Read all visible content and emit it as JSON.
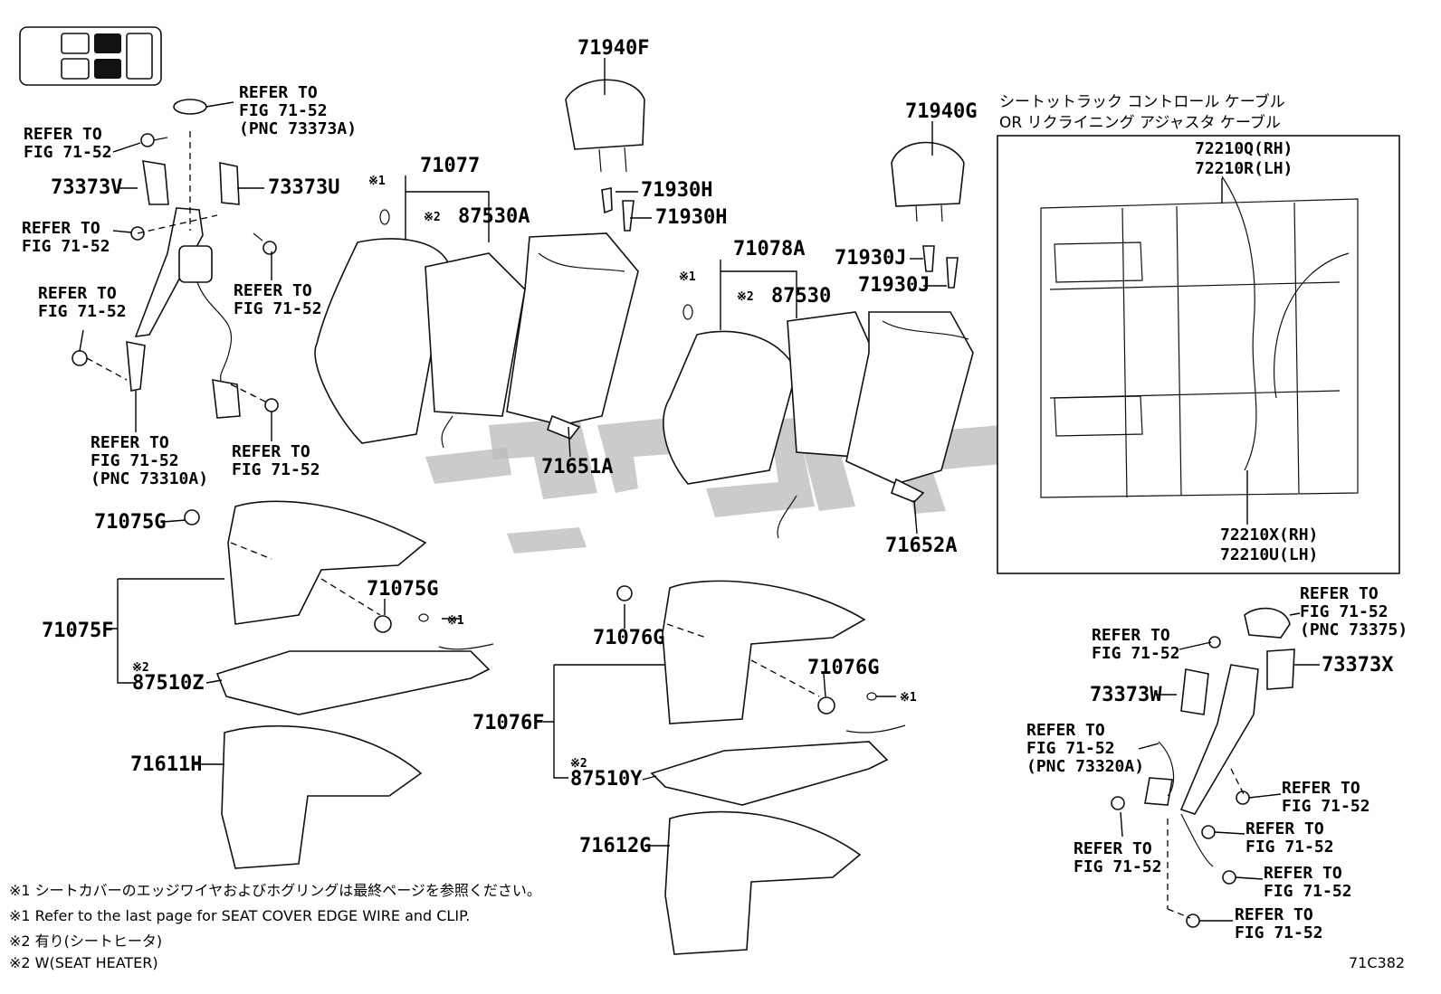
{
  "diagram_code": "71C382",
  "labels": {
    "l71940F": "71940F",
    "l71940G": "71940G",
    "l71077": "71077",
    "l87530A": "87530A",
    "l71930H_a": "71930H",
    "l71930H_b": "71930H",
    "l71078A": "71078A",
    "l87530": "87530",
    "l71930J_a": "71930J",
    "l71930J_b": "71930J",
    "l71651A": "71651A",
    "l71652A": "71652A",
    "l73373V": "73373V",
    "l73373U": "73373U",
    "l71075G_a": "71075G",
    "l71075G_b": "71075G",
    "l71075F": "71075F",
    "l87510Z": "87510Z",
    "l71611H": "71611H",
    "l71076G_a": "71076G",
    "l71076G_b": "71076G",
    "l71076F": "71076F",
    "l87510Y": "87510Y",
    "l71612G": "71612G",
    "l73373W": "73373W",
    "l73373X": "73373X",
    "l72210Q": "72210Q(RH)",
    "l72210R": "72210R(LH)",
    "l72210X": "72210X(RH)",
    "l72210U": "72210U(LH)"
  },
  "marks": {
    "m1": "※1",
    "m2": "※2"
  },
  "refs": {
    "refer_to": "REFER TO",
    "fig": "FIG 71-52",
    "pnc_73373A": "(PNC 73373A)",
    "pnc_73310A": "(PNC 73310A)",
    "pnc_73375": "(PNC 73375)",
    "pnc_73320A": "(PNC 73320A)"
  },
  "inset": {
    "title_line1": "シートットラック コントロール ケーブル",
    "title_line2": "OR リクライニング アジャスタ ケーブル"
  },
  "notes": {
    "n1_jp": "※1 シートカバーのエッジワイヤおよびホグリングは最終ページを参照ください。",
    "n1_en": "※1 Refer to the last page for SEAT COVER EDGE WIRE and CLIP.",
    "n2_jp": "※2 有り(シートヒータ)",
    "n2_en": "※2 W(SEAT HEATER)"
  },
  "colors": {
    "line": "#111111",
    "watermark": "#b9b9b9"
  }
}
